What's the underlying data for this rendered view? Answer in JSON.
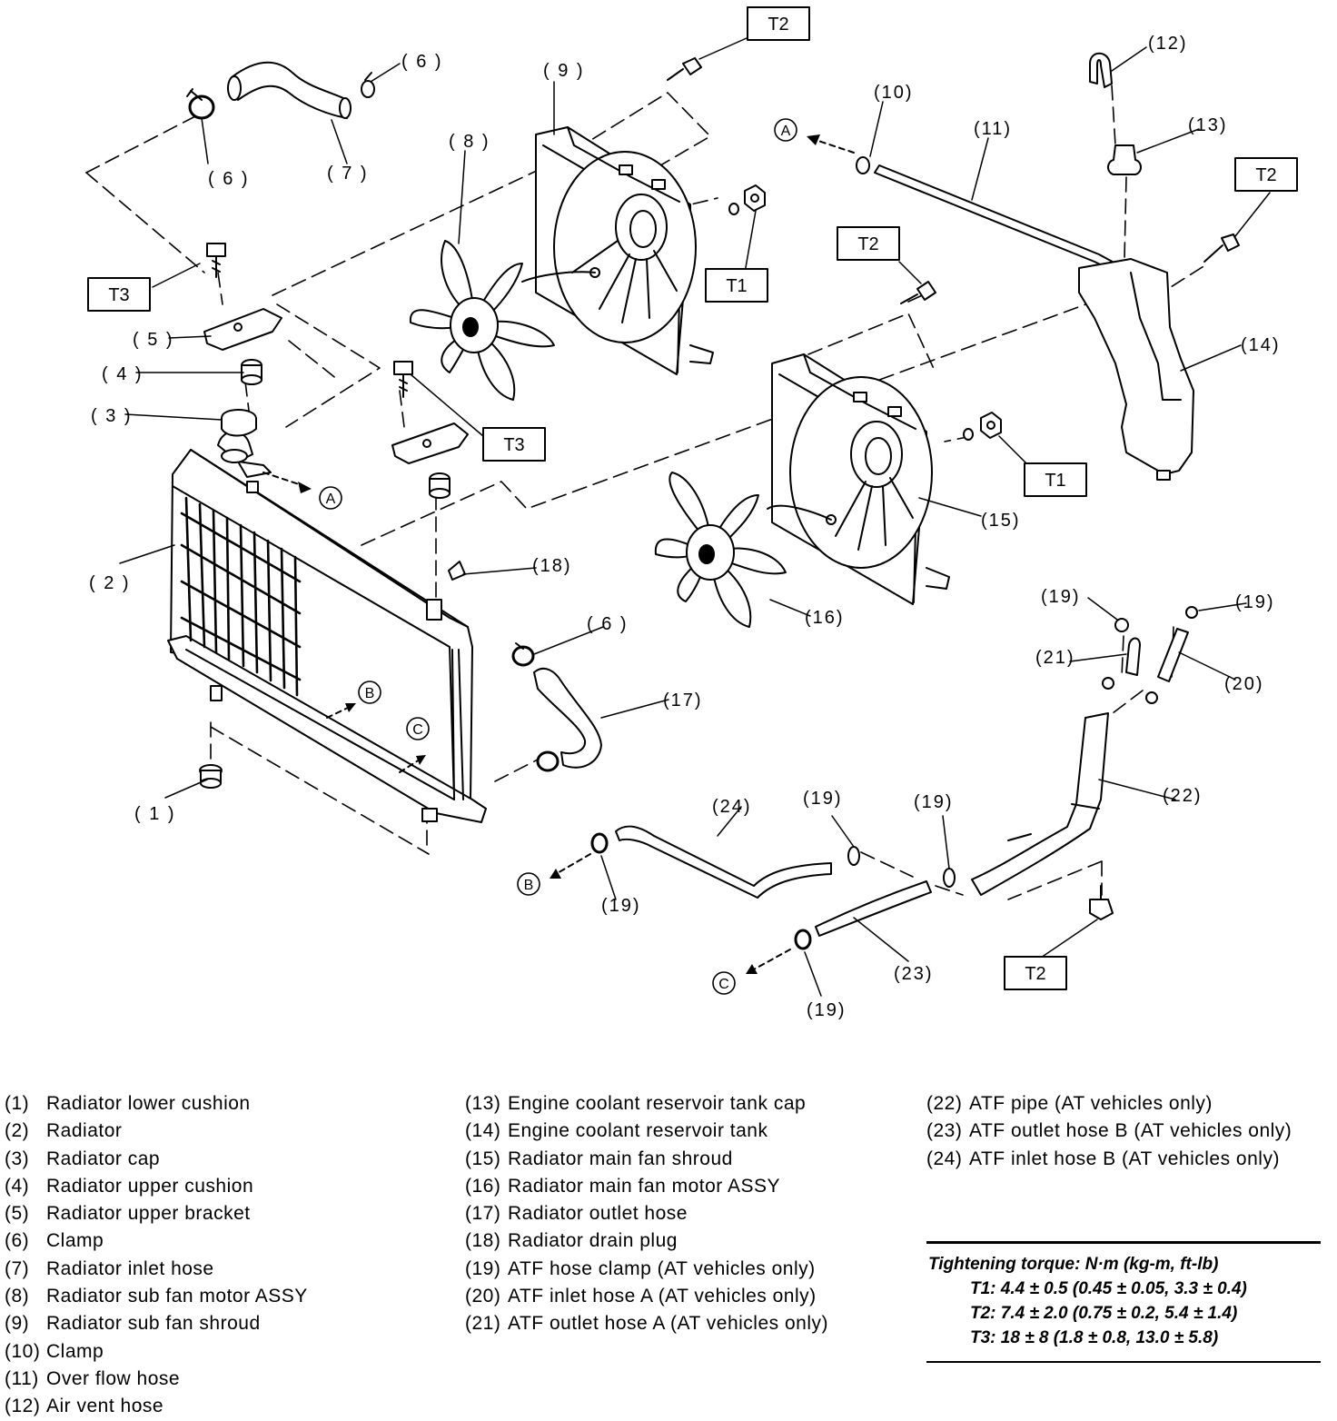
{
  "callouts": {
    "c1": "( 1 )",
    "c2": "( 2 )",
    "c3": "( 3 )",
    "c4": "( 4 )",
    "c5": "( 5 )",
    "c6a": "( 6 )",
    "c6b": "( 6 )",
    "c6c": "( 6 )",
    "c7": "( 7 )",
    "c8": "( 8 )",
    "c9": "( 9 )",
    "c10": "(10)",
    "c11": "(11)",
    "c12": "(12)",
    "c13": "(13)",
    "c14": "(14)",
    "c15": "(15)",
    "c16": "(16)",
    "c17": "(17)",
    "c18": "(18)",
    "c19a": "(19)",
    "c19b": "(19)",
    "c19c": "(19)",
    "c19d": "(19)",
    "c19e": "(19)",
    "c19f": "(19)",
    "c20": "(20)",
    "c21": "(21)",
    "c22": "(22)",
    "c23": "(23)",
    "c24": "(24)"
  },
  "refs": {
    "A": "A",
    "B": "B",
    "C": "C"
  },
  "torque_tags": {
    "T1": "T1",
    "T2": "T2",
    "T3": "T3"
  },
  "legend": [
    {
      "num": "(1)",
      "text": "Radiator lower cushion"
    },
    {
      "num": "(2)",
      "text": "Radiator"
    },
    {
      "num": "(3)",
      "text": "Radiator cap"
    },
    {
      "num": "(4)",
      "text": "Radiator upper cushion"
    },
    {
      "num": "(5)",
      "text": "Radiator upper bracket"
    },
    {
      "num": "(6)",
      "text": "Clamp"
    },
    {
      "num": "(7)",
      "text": "Radiator inlet hose"
    },
    {
      "num": "(8)",
      "text": "Radiator sub fan motor ASSY"
    },
    {
      "num": "(9)",
      "text": "Radiator sub fan shroud"
    },
    {
      "num": "(10)",
      "text": "Clamp"
    },
    {
      "num": "(11)",
      "text": "Over flow hose"
    },
    {
      "num": "(12)",
      "text": "Air vent hose"
    },
    {
      "num": "(13)",
      "text": "Engine coolant reservoir tank cap"
    },
    {
      "num": "(14)",
      "text": "Engine coolant reservoir tank"
    },
    {
      "num": "(15)",
      "text": "Radiator main fan shroud"
    },
    {
      "num": "(16)",
      "text": "Radiator main fan motor ASSY"
    },
    {
      "num": "(17)",
      "text": "Radiator outlet hose"
    },
    {
      "num": "(18)",
      "text": "Radiator drain plug"
    },
    {
      "num": "(19)",
      "text": "ATF hose clamp (AT vehicles only)"
    },
    {
      "num": "(20)",
      "text": "ATF inlet hose A (AT vehicles only)"
    },
    {
      "num": "(21)",
      "text": "ATF outlet hose A (AT vehicles only)"
    },
    {
      "num": "(22)",
      "text": "ATF pipe (AT vehicles only)"
    },
    {
      "num": "(23)",
      "text": "ATF outlet hose B (AT vehicles only)"
    },
    {
      "num": "(24)",
      "text": "ATF inlet hose B (AT vehicles only)"
    }
  ],
  "torque": {
    "title": "Tightening torque: N·m (kg-m, ft-lb)",
    "T1": "T1: 4.4 ± 0.5 (0.45 ± 0.05, 3.3 ± 0.4)",
    "T2": "T2: 7.4 ± 2.0 (0.75 ± 0.2, 5.4 ± 1.4)",
    "T3": "T3: 18 ± 8 (1.8 ± 0.8, 13.0 ± 5.8)"
  }
}
